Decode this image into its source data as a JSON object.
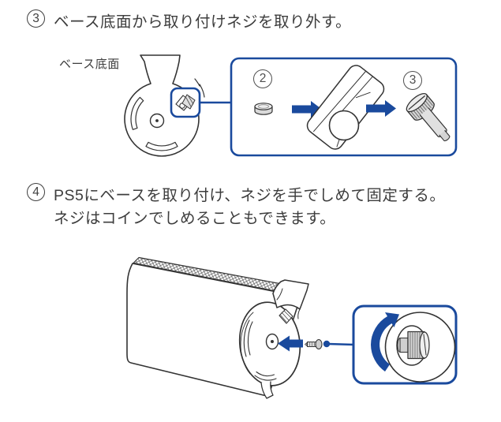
{
  "page": {
    "language": "ja",
    "background": "#ffffff"
  },
  "colors": {
    "accent_blue": "#1a4a9d",
    "line_dark": "#333333",
    "body_text": "#3d3d3d",
    "part_fill_gray": "#d9d9d9"
  },
  "steps": [
    {
      "marker": "3",
      "line1": "ベース底面から取り付けネジを取り外す。"
    },
    {
      "marker": "4",
      "line1": "PS5にベースを取り付け、ネジを手でしめて固定する。",
      "line2": "ネジはコインでしめることもできます。"
    }
  ],
  "figure_remove_screw": {
    "caption_label": "ベース底面",
    "cap_marker": "2",
    "screw_marker": "3"
  }
}
